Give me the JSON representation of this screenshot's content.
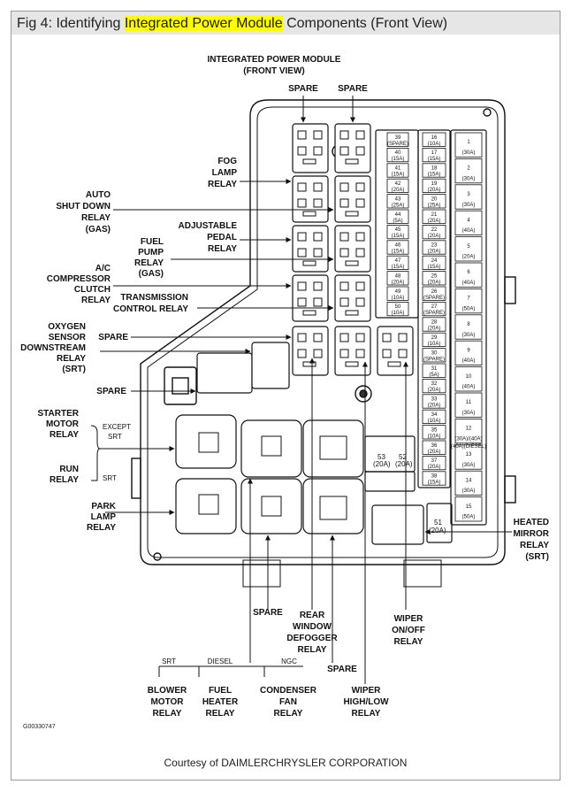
{
  "title": {
    "prefix": "Fig 4: Identifying ",
    "highlight": "Integrated Power Module",
    "suffix": " Components (Front View)"
  },
  "header_label": [
    "INTEGRATED POWER MODULE",
    "(FRONT VIEW)"
  ],
  "top_spares": [
    "SPARE",
    "SPARE"
  ],
  "left_labels": {
    "fog": [
      "FOG",
      "LAMP",
      "RELAY"
    ],
    "asd": [
      "AUTO",
      "SHUT DOWN",
      "RELAY",
      "(GAS)"
    ],
    "pedal": [
      "ADJUSTABLE",
      "PEDAL",
      "RELAY"
    ],
    "fuelpump": [
      "FUEL",
      "PUMP",
      "RELAY",
      "(GAS)"
    ],
    "ac": [
      "A/C",
      "COMPRESSOR",
      "CLUTCH",
      "RELAY"
    ],
    "trans": [
      "TRANSMISSION",
      "CONTROL RELAY"
    ],
    "oxygen": [
      "OXYGEN",
      "SENSOR",
      "DOWNSTREAM",
      "RELAY",
      "(SRT)"
    ],
    "spare_mid": "SPARE",
    "spare_left": "SPARE",
    "starter": [
      "STARTER",
      "MOTOR",
      "RELAY"
    ],
    "except_srt": [
      "EXCEPT",
      "SRT"
    ],
    "run": [
      "RUN",
      "RELAY"
    ],
    "srt": "SRT",
    "park": [
      "PARK",
      "LAMP",
      "RELAY"
    ]
  },
  "right_labels": {
    "heated": [
      "HEATED",
      "MIRROR",
      "RELAY",
      "(SRT)"
    ]
  },
  "bottom_labels": {
    "spare1": "SPARE",
    "rear": [
      "REAR",
      "WINDOW",
      "DEFOGGER",
      "RELAY"
    ],
    "spare2": "SPARE",
    "wiper_onoff": [
      "WIPER",
      "ON/OFF",
      "RELAY"
    ],
    "wiper_hl": [
      "WIPER",
      "HIGH/LOW",
      "RELAY"
    ],
    "variants": [
      "SRT",
      "DIESEL",
      "NGC"
    ],
    "blower": [
      "BLOWER",
      "MOTOR",
      "RELAY"
    ],
    "fuelheater": [
      "FUEL",
      "HEATER",
      "RELAY"
    ],
    "condenser": [
      "CONDENSER",
      "FAN",
      "RELAY"
    ]
  },
  "fuse_col1": [
    [
      "39",
      "(SPARE)"
    ],
    [
      "40",
      "(15A)"
    ],
    [
      "41",
      "(15A)"
    ],
    [
      "42",
      "(20A)"
    ],
    [
      "43",
      "(25A)"
    ],
    [
      "44",
      "(5A)"
    ],
    [
      "45",
      "(15A)"
    ],
    [
      "46",
      "(15A)"
    ],
    [
      "47",
      "(15A)"
    ],
    [
      "48",
      "(20A)"
    ],
    [
      "49",
      "(10A)"
    ],
    [
      "50",
      "(10A)"
    ]
  ],
  "fuse_col2": [
    [
      "16",
      "(10A)"
    ],
    [
      "17",
      "(15A)"
    ],
    [
      "18",
      "(15A)"
    ],
    [
      "19",
      "(20A)"
    ],
    [
      "20",
      "(25A)"
    ],
    [
      "21",
      "(20A)"
    ],
    [
      "22",
      "(20A)"
    ],
    [
      "23",
      "(20A)"
    ],
    [
      "24",
      "(15A)"
    ],
    [
      "25",
      "(20A)"
    ],
    [
      "26",
      "(SPARE)"
    ],
    [
      "27",
      "(SPARE)"
    ],
    [
      "28",
      "(20A)"
    ],
    [
      "29",
      "(10A)"
    ],
    [
      "30",
      "(SPARE)"
    ],
    [
      "31",
      "(5A)"
    ],
    [
      "32",
      "(20A)"
    ],
    [
      "33",
      "(20A)"
    ],
    [
      "34",
      "(10A)"
    ],
    [
      "35",
      "(10A)"
    ],
    [
      "36",
      "(20A)"
    ],
    [
      "37",
      "(20A)"
    ],
    [
      "38",
      "(15A)"
    ]
  ],
  "fuse_col3": [
    [
      "1",
      "(30A)"
    ],
    [
      "2",
      "(30A)"
    ],
    [
      "3",
      "(30A)"
    ],
    [
      "4",
      "(40A)"
    ],
    [
      "5",
      "(20A)"
    ],
    [
      "6",
      "(40A)"
    ],
    [
      "7",
      "(50A)"
    ],
    [
      "8",
      "(30A)"
    ],
    [
      "9",
      "(40A)"
    ],
    [
      "10",
      "(40A)"
    ],
    [
      "11",
      "(30A)"
    ],
    [
      "12",
      "(30A)/(40A)",
      "(40A)(DIESEL)"
    ],
    [
      "13",
      "(30A)"
    ],
    [
      "14",
      "(30A)"
    ],
    [
      "15",
      "(50A)"
    ]
  ],
  "fuse_53": [
    "53",
    "(20A)"
  ],
  "fuse_52": [
    "52",
    "(20A)"
  ],
  "fuse_51": [
    "51",
    "(20A)"
  ],
  "code": "G00330747",
  "footer": "Courtesy of DAIMLERCHRYSLER CORPORATION"
}
